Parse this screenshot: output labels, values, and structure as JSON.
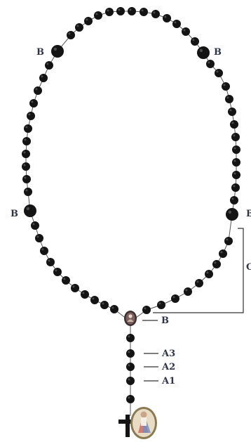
{
  "labels": {
    "big_bead": "B",
    "decade_bracket": "C",
    "a1": "A1",
    "a2": "A2",
    "a3": "A3"
  },
  "colors": {
    "bead": "#141414",
    "string": "#555555",
    "label": "#2f3547",
    "bracket": "#333333",
    "medal_frame": "#8a7a52",
    "center_medal": "#6b4a4a"
  },
  "icons": {
    "crucifix": "crucifix-icon",
    "medal": "divine-mercy-medal-icon",
    "center": "center-medal-icon"
  }
}
